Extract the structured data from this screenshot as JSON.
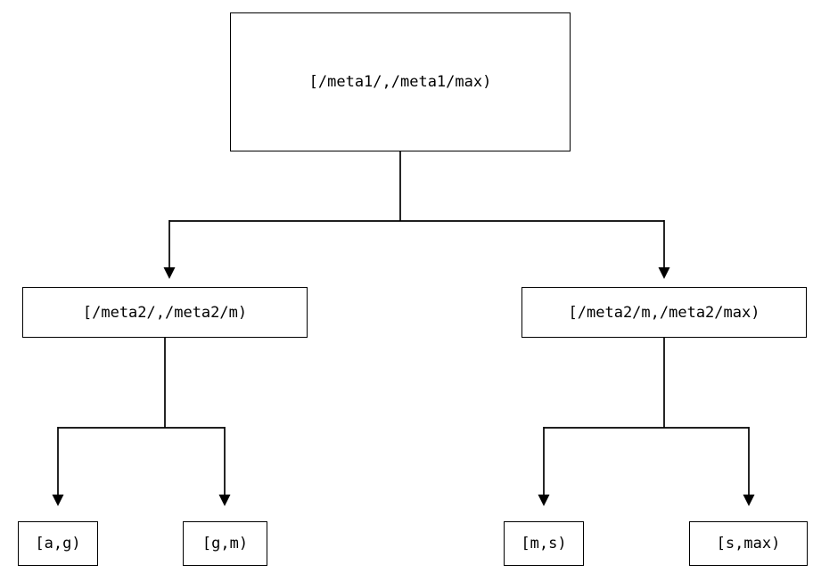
{
  "diagram": {
    "type": "interval-partition-tree",
    "colors": {
      "line": "#000000",
      "box_border": "#000000",
      "background": "#ffffff",
      "text": "#000000"
    },
    "nodes": {
      "root": {
        "label": "[/meta1/,/meta1/max)"
      },
      "left": {
        "label": "[/meta2/,/meta2/m)"
      },
      "right": {
        "label": "[/meta2/m,/meta2/max)"
      },
      "leaf_ag": {
        "label": "[a,g)"
      },
      "leaf_gm": {
        "label": "[g,m)"
      },
      "leaf_ms": {
        "label": "[m,s)"
      },
      "leaf_smax": {
        "label": "[s,max)"
      }
    },
    "edges": [
      {
        "from": "root",
        "to": "left"
      },
      {
        "from": "root",
        "to": "right"
      },
      {
        "from": "left",
        "to": "leaf_ag"
      },
      {
        "from": "left",
        "to": "leaf_gm"
      },
      {
        "from": "right",
        "to": "leaf_ms"
      },
      {
        "from": "right",
        "to": "leaf_smax"
      }
    ]
  }
}
